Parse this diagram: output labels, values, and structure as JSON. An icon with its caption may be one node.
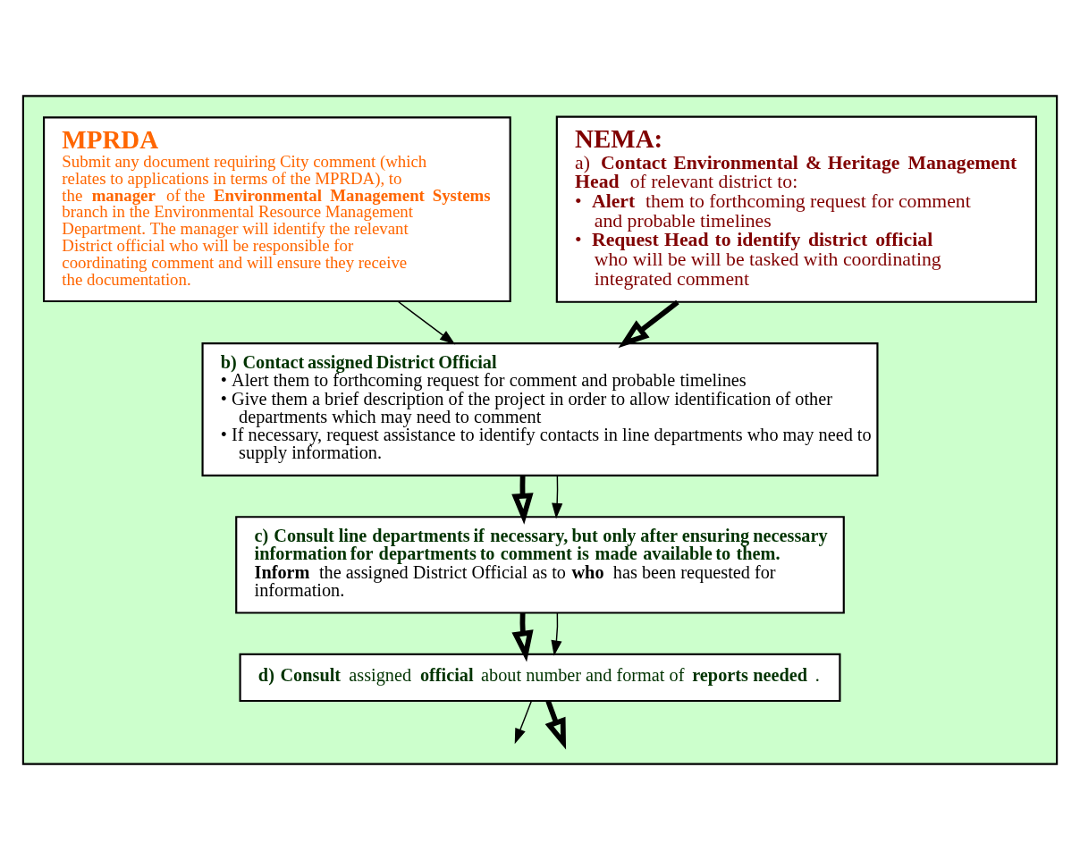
{
  "diagram": {
    "nodes": [
      {
        "text": [],
        "shape": "box"
      },
      {
        "text": [
          "NEMA:",
          "a) **Contact Environmental & Heritage Management Head** of relevant district to:",
          "• **Alert** them to forthcoming request for comment and probable timelines",
          "• **Request Head to identify district official** who will be will be tasked with coordinating integrated comment"
        ],
        "in": 0
      },
      {
        "text": [
          "MPRDA",
          "Submit any document requiring City comment (which relates to applications in terms of the MPRDA), to the **manager** of the **Environmental Management Systems** branch in the Environmental Resource Management Department. The manager will identify the relevant District official who will be responsible for coordinating comment and will ensure they receive the documentation."
        ],
        "in": 0
      },
      {
        "text": [
          "b) Contact assigned District Official",
          "• Alert them to forthcoming request for comment and probable timelines",
          "• Give them a brief description of the project in order to allow identification of other departments which may need to comment",
          "• If necessary, request assistance to identify contacts in line departments who may need to supply information."
        ],
        "in": 0
      },
      {
        "text": [
          "c) Consult line departments if necessary, but only after ensuring necessary information for departments to comment is made available to them.",
          "**Inform** the assigned District Official as to **who** has been requested for information."
        ],
        "in": 0
      },
      {
        "text": [
          "**d) Consult** assigned **official** about number and format of **reports needed**."
        ],
        "in": 0
      }
    ],
    "edges": [
      {
        "from": 1,
        "to": 3,
        "arrow": "to",
        "style": "thick"
      },
      {
        "from": 2,
        "to": 3,
        "arrow": "to"
      },
      {
        "from": 3,
        "to": 4,
        "arrow": "to",
        "style": "thick"
      },
      {
        "from": 3,
        "to": 4,
        "arrow": "to"
      },
      {
        "from": 4,
        "to": 5,
        "arrow": "to",
        "style": "thick"
      },
      {
        "from": 4,
        "to": 5,
        "arrow": "to"
      },
      {
        "from": 5,
        "to": null,
        "arrow": "to"
      },
      {
        "from": 5,
        "to": null,
        "arrow": "to",
        "style": "thick"
      }
    ]
  }
}
